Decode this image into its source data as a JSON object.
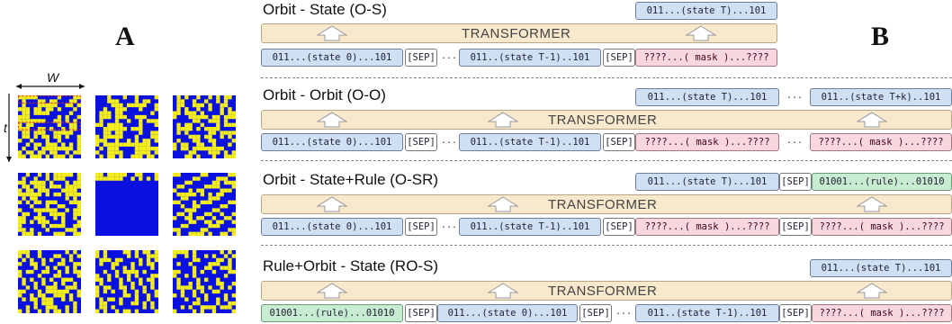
{
  "panel_a_label": "A",
  "panel_b_label": "B",
  "axis_w": "W",
  "axis_t": "t",
  "transformer_label": "TRANSFORMER",
  "sep": "[SEP]",
  "dots": "...",
  "tokens": {
    "state0": "011...(state 0)...101",
    "stateTm1": "011..(state T-1)..101",
    "mask": "????...( mask )...????",
    "stateT": "011...(state T)...101",
    "stateTk": "011..(state T+k)..101",
    "rule": "01001...(rule)...01010"
  },
  "sections": [
    {
      "title": "Orbit - State (O-S)"
    },
    {
      "title": "Orbit - Orbit (O-O)"
    },
    {
      "title": "Orbit - State+Rule (O-SR)"
    },
    {
      "title": "Rule+Orbit - State (RO-S)"
    }
  ],
  "colors": {
    "grid_blue": "#0a10e0",
    "grid_yellow": "#f4ee1a"
  }
}
